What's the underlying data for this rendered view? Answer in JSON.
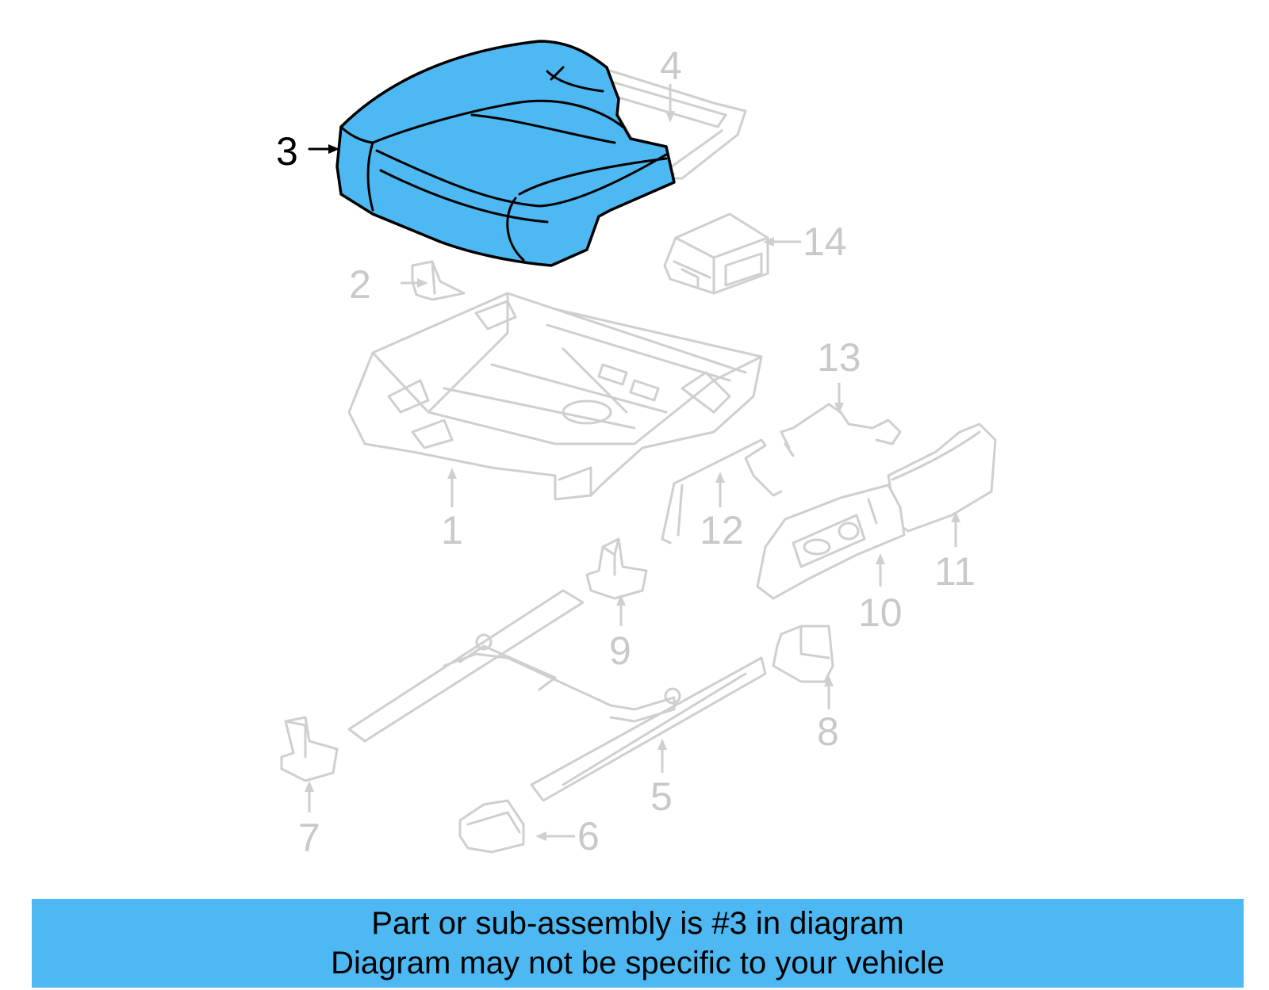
{
  "colors": {
    "highlight": "#4db8f2",
    "ghost": "#cfcfcf",
    "banner": "#4db8f2"
  },
  "callouts": {
    "p1": "1",
    "p2": "2",
    "p3": "3",
    "p4": "4",
    "p5": "5",
    "p6": "6",
    "p7": "7",
    "p8": "8",
    "p9": "9",
    "p10": "10",
    "p11": "11",
    "p12": "12",
    "p13": "13",
    "p14": "14"
  },
  "highlighted_part": "3",
  "banner": {
    "line1": "Part or sub-assembly is #3 in diagram",
    "line2": "Diagram may not be specific to your vehicle"
  }
}
